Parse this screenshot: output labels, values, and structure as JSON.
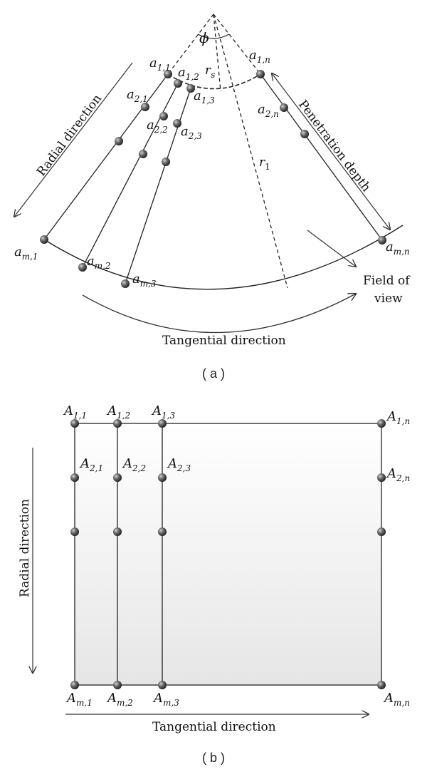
{
  "panel_a": {
    "radial_direction": "Radial direction",
    "penetration_depth": "Penetration depth",
    "tangential_direction": "Tangential direction",
    "field_of_view_line1": "Field of",
    "field_of_view_line2": "view",
    "phi": "ϕ",
    "r_s": {
      "base": "r",
      "sub": "s"
    },
    "r_1": {
      "base": "r",
      "sub": "1"
    },
    "caption": "( a )",
    "labels": {
      "a11": {
        "base": "a",
        "sub": "1,1"
      },
      "a12": {
        "base": "a",
        "sub": "1,2"
      },
      "a13": {
        "base": "a",
        "sub": "1,3"
      },
      "a1n": {
        "base": "a",
        "sub": "1,n"
      },
      "a21": {
        "base": "a",
        "sub": "2,1"
      },
      "a22": {
        "base": "a",
        "sub": "2,2"
      },
      "a23": {
        "base": "a",
        "sub": "2,3"
      },
      "a2n": {
        "base": "a",
        "sub": "2,n"
      },
      "am1": {
        "base": "a",
        "sub": "m,1"
      },
      "am2": {
        "base": "a",
        "sub": "m,2"
      },
      "am3": {
        "base": "a",
        "sub": "m,3"
      },
      "amn": {
        "base": "a",
        "sub": "m,n"
      }
    }
  },
  "panel_b": {
    "radial_direction": "Radial direction",
    "tangential_direction": "Tangential direction",
    "caption": "( b )",
    "labels": {
      "A11": {
        "base": "A",
        "sub": "1,1"
      },
      "A12": {
        "base": "A",
        "sub": "1,2"
      },
      "A13": {
        "base": "A",
        "sub": "1,3"
      },
      "A1n": {
        "base": "A",
        "sub": "1,n"
      },
      "A21": {
        "base": "A",
        "sub": "2,1"
      },
      "A22": {
        "base": "A",
        "sub": "2,2"
      },
      "A23": {
        "base": "A",
        "sub": "2,3"
      },
      "A2n": {
        "base": "A",
        "sub": "2,n"
      },
      "Am1": {
        "base": "A",
        "sub": "m,1"
      },
      "Am2": {
        "base": "A",
        "sub": "m,2"
      },
      "Am3": {
        "base": "A",
        "sub": "m,3"
      },
      "Amn": {
        "base": "A",
        "sub": "m,n"
      }
    }
  }
}
